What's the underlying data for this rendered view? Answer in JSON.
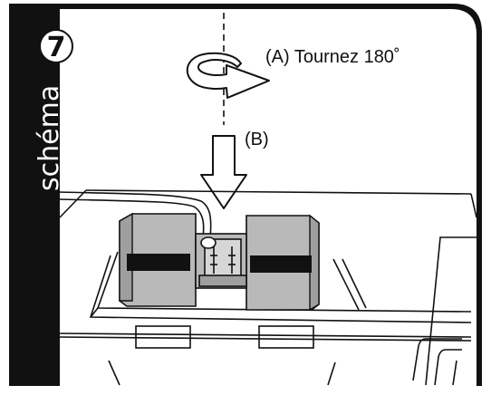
{
  "sidebar": {
    "step_number": "7",
    "label": "schéma"
  },
  "annotations": {
    "rotate": "(A) Tournez 180˚",
    "push": "(B)"
  },
  "colors": {
    "frame": "#111111",
    "motor_fill": "#b9b9b9",
    "label_strip": "#111111",
    "background": "#ffffff"
  }
}
